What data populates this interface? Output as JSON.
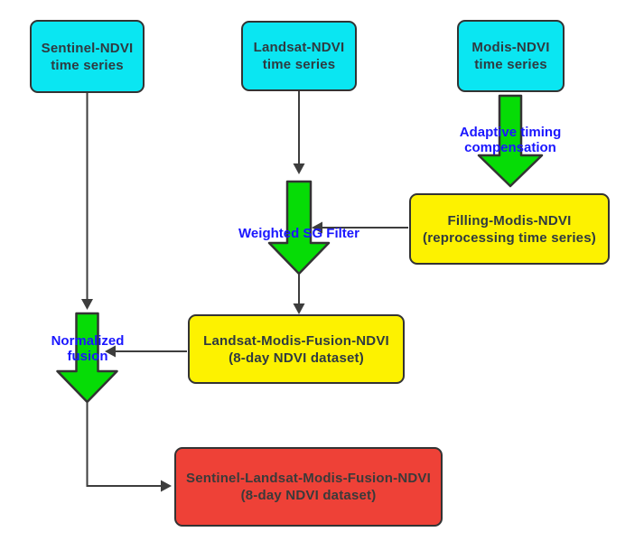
{
  "diagram_title": "Multi-sensor NDVI time-series fusion flowchart",
  "nodes": {
    "sentinel": {
      "line1": "Sentinel-NDVI",
      "line2": "time series"
    },
    "landsat": {
      "line1": "Landsat-NDVI",
      "line2": "time series"
    },
    "modis": {
      "line1": "Modis-NDVI",
      "line2": "time series"
    },
    "filling_modis": {
      "line1": "Filling-Modis-NDVI",
      "line2": "(reprocessing time series)"
    },
    "landsat_modis_fusion": {
      "line1": "Landsat-Modis-Fusion-NDVI",
      "line2": "(8-day NDVI dataset)"
    },
    "sentinel_landsat_modis_fusion": {
      "line1": "Sentinel-Landsat-Modis-Fusion-NDVI",
      "line2": "(8-day NDVI dataset)"
    }
  },
  "process_labels": {
    "adaptive_timing": {
      "line1": "Adaptive timing",
      "line2": "compensation"
    },
    "weighted_sg_filter": {
      "line1": "Weighted SG Filter"
    },
    "normalized_fusion": {
      "line1": "Normalized",
      "line2": "fusion"
    }
  },
  "edges": [
    "Sentinel-NDVI time series -> Normalized fusion",
    "Landsat-NDVI time series -> Weighted SG Filter",
    "Modis-NDVI time series -> Adaptive timing compensation -> Filling-Modis-NDVI",
    "Filling-Modis-NDVI -> Weighted SG Filter",
    "Weighted SG Filter -> Landsat-Modis-Fusion-NDVI",
    "Landsat-Modis-Fusion-NDVI -> Normalized fusion",
    "Normalized fusion -> Sentinel-Landsat-Modis-Fusion-NDVI"
  ],
  "colors": {
    "input_node_fill": "#0ae6f2",
    "intermediate_node_fill": "#fdf200",
    "output_node_fill": "#ee4137",
    "process_arrow_fill": "#06dc06",
    "node_border": "#333333",
    "node_text": "#2f3a40",
    "process_label_text": "#1a16ff",
    "connector_line": "#3d3d3d",
    "background": "#ffffff"
  }
}
